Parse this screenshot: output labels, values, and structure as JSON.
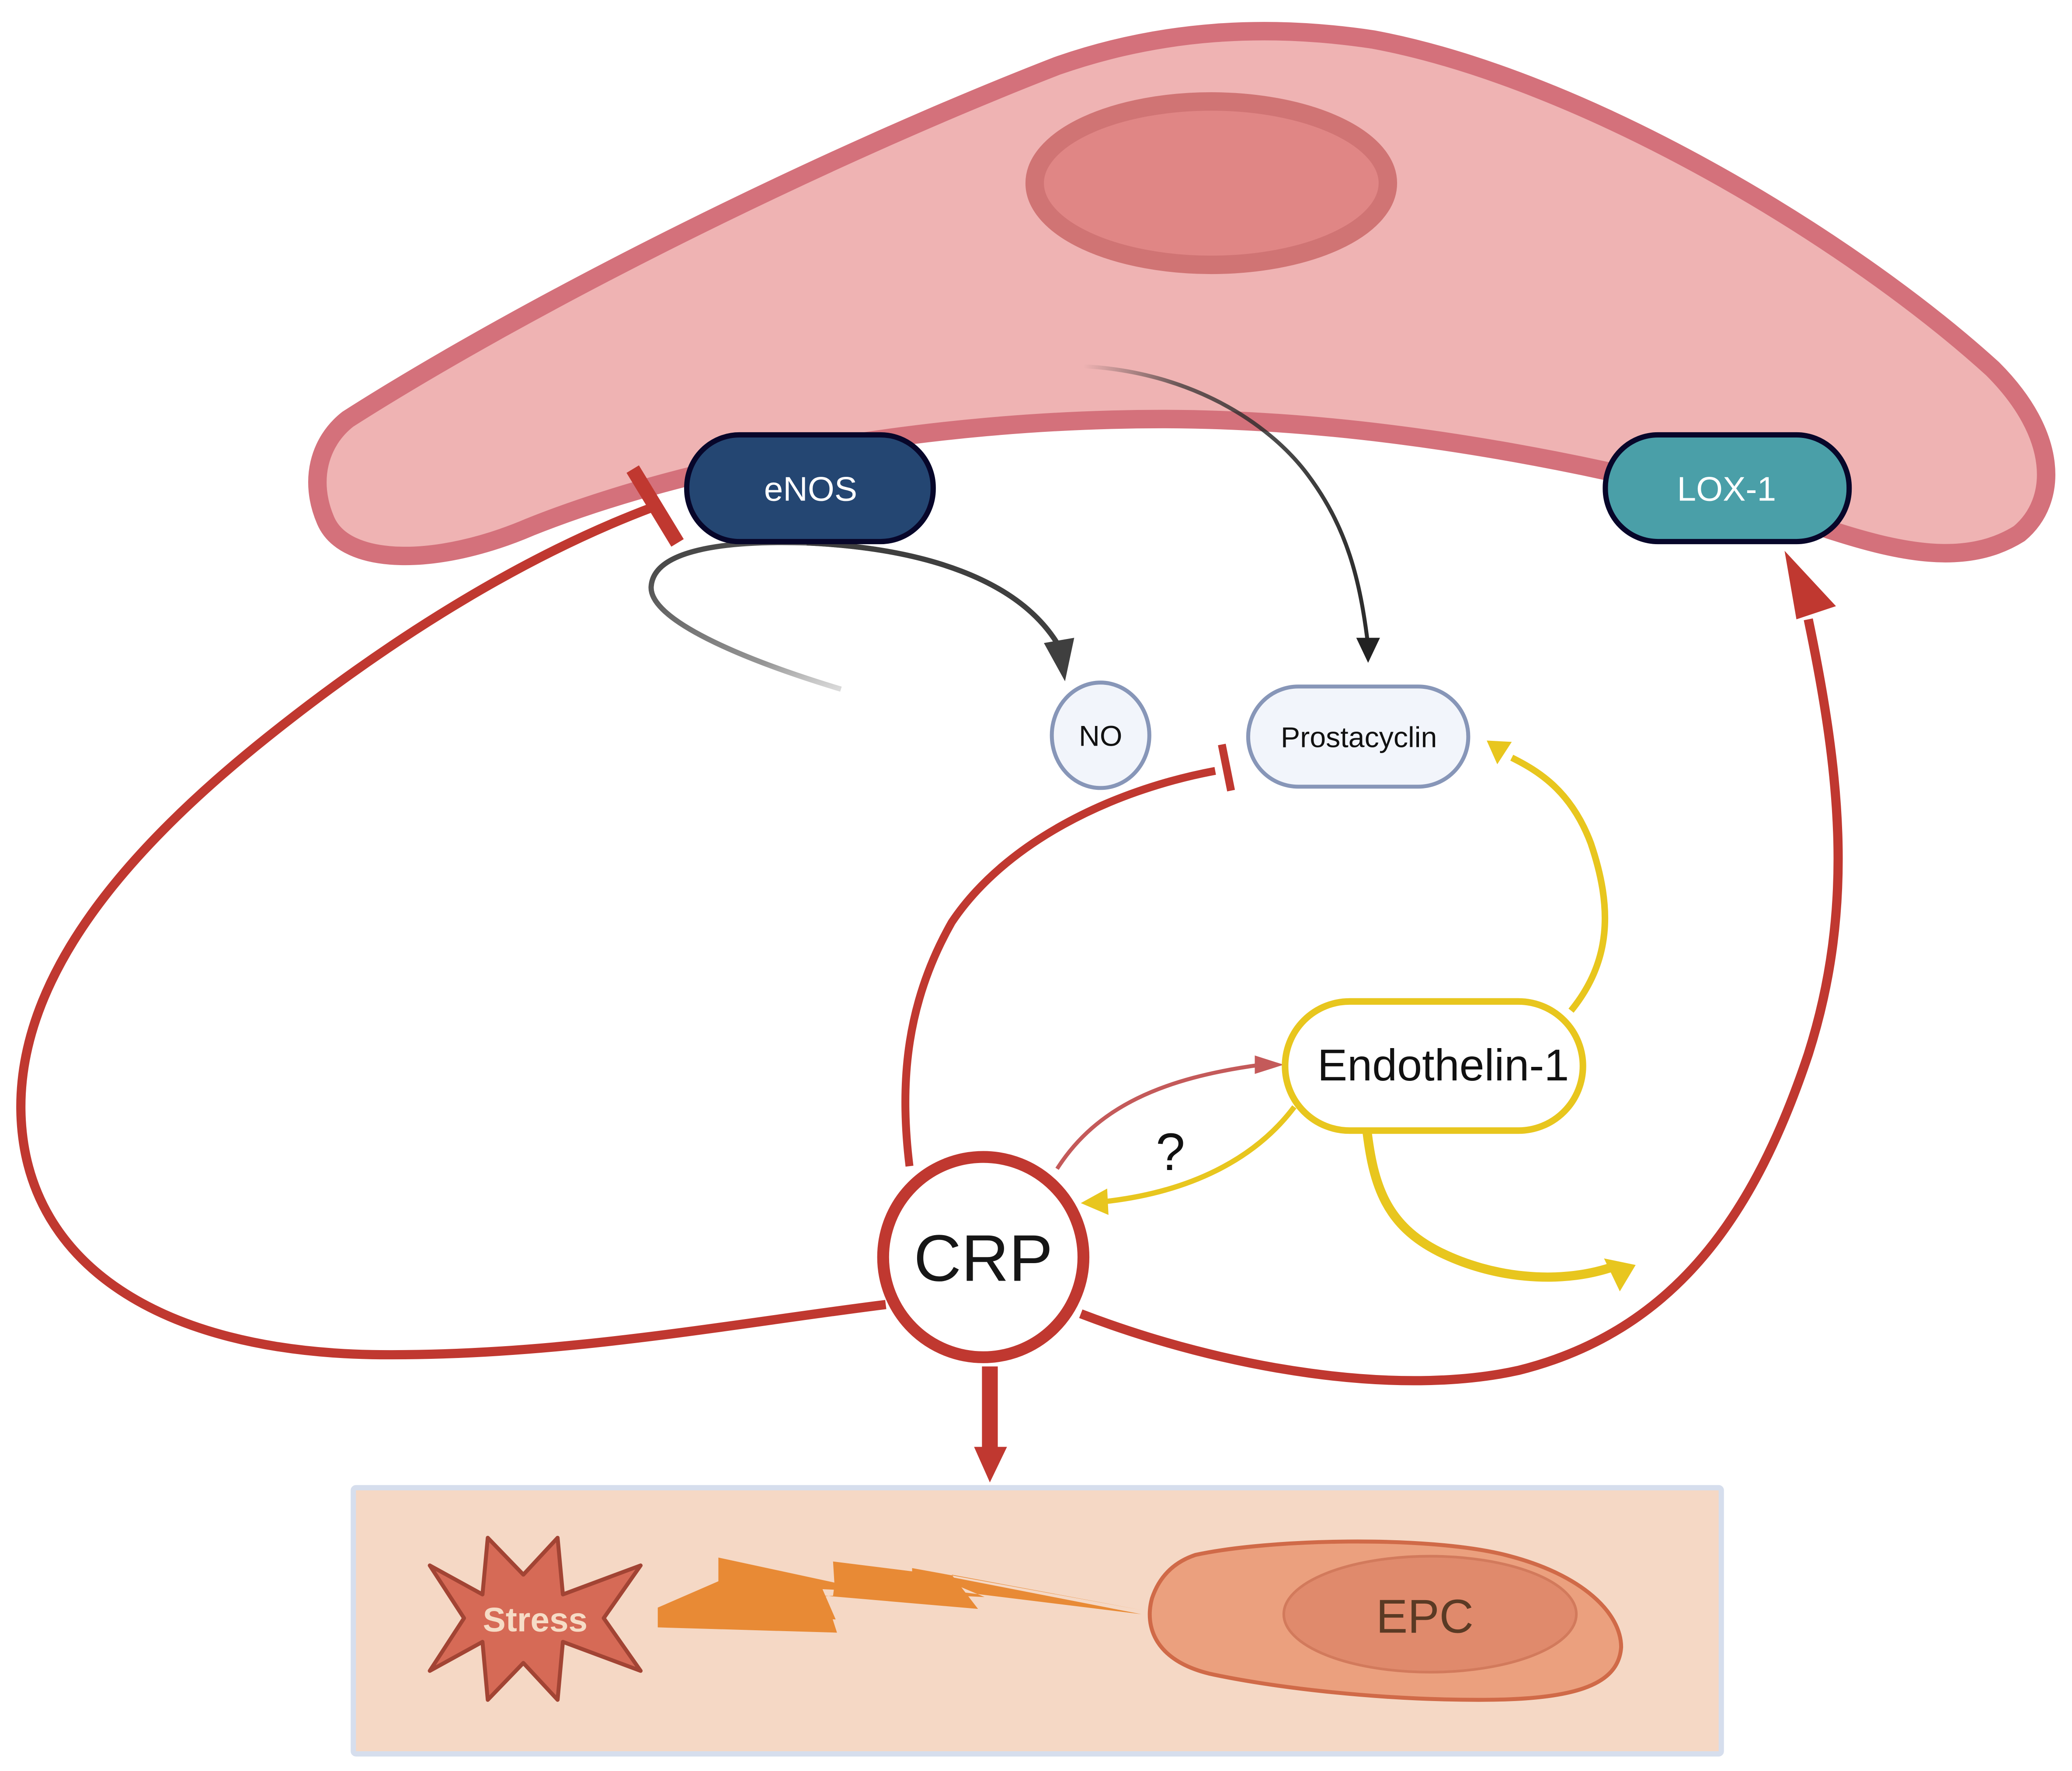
{
  "figure": {
    "title": "CRP effects on endothelial cell and EPC",
    "colors": {
      "cell_fill": "#efb3b3",
      "cell_border": "#d4717b",
      "nucleus_fill": "#e08685",
      "nucleus_border": "#d07474",
      "enos_fill": "#244672",
      "lox1_fill": "#4a9fa8",
      "node_border_dark": "#07062a",
      "small_node_fill": "#f2f5fb",
      "small_node_border": "#8796b8",
      "endothelin_border": "#e8c61e",
      "crp_red": "#c03830",
      "question_arrow": "#c45a5a",
      "black_arrow": "#2b2b2b",
      "panel_fill": "#f5d8c5",
      "panel_border": "#d6deed",
      "stress_fill": "#d66a56",
      "stress_border": "#a24434",
      "lightning": "#e88a35",
      "epc_outer": "#eba07e",
      "epc_inner": "#e08a6c",
      "epc_border": "#d06a48"
    }
  },
  "nodes": {
    "enos": {
      "label": "eNOS"
    },
    "lox1": {
      "label": "LOX-1"
    },
    "no": {
      "label": "NO"
    },
    "prostacyclin": {
      "label": "Prostacyclin"
    },
    "endothelin": {
      "label": "Endothelin-1"
    },
    "crp": {
      "label": "CRP"
    },
    "stress": {
      "label": "Stress"
    },
    "epc": {
      "label": "EPC"
    }
  },
  "annotations": {
    "question_mark": "?"
  },
  "edges": [
    {
      "from": "CRP",
      "to": "eNOS",
      "type": "inhibition"
    },
    {
      "from": "CRP",
      "to": "Prostacyclin",
      "type": "inhibition"
    },
    {
      "from": "CRP",
      "to": "LOX-1",
      "type": "activation"
    },
    {
      "from": "CRP",
      "to": "Endothelin-1",
      "type": "activation-uncertain"
    },
    {
      "from": "Endothelin-1",
      "to": "CRP",
      "type": "activation"
    },
    {
      "from": "Endothelin-1",
      "to": "Prostacyclin",
      "type": "activation"
    },
    {
      "from": "Endothelin-1",
      "to": "CRP-LOX-1 pathway",
      "type": "activation"
    },
    {
      "from": "eNOS",
      "to": "NO",
      "type": "production"
    },
    {
      "from": "Endothelial nucleus",
      "to": "Prostacyclin",
      "type": "production"
    },
    {
      "from": "CRP",
      "to": "EPC panel",
      "type": "activation"
    },
    {
      "from": "Stress",
      "to": "EPC",
      "type": "damage"
    }
  ]
}
